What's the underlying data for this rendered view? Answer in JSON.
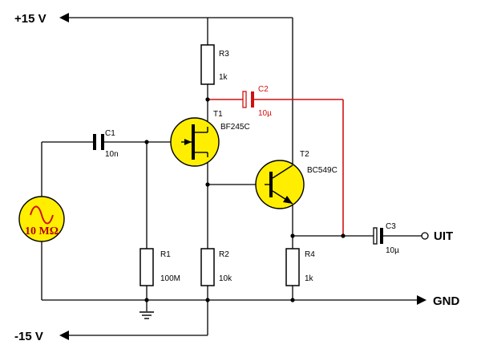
{
  "rails": {
    "positive": "+15 V",
    "negative": "-15 V",
    "ground": "GND",
    "output": "UIT"
  },
  "source": {
    "label": "10 MΩ"
  },
  "components": {
    "C1": {
      "name": "C1",
      "value": "10n"
    },
    "C2": {
      "name": "C2",
      "value": "10µ"
    },
    "C3": {
      "name": "C3",
      "value": "10µ"
    },
    "R1": {
      "name": "R1",
      "value": "100M"
    },
    "R2": {
      "name": "R2",
      "value": "10k"
    },
    "R3": {
      "name": "R3",
      "value": "1k"
    },
    "R4": {
      "name": "R4",
      "value": "1k"
    },
    "T1": {
      "name": "T1",
      "type": "BF245C"
    },
    "T2": {
      "name": "T2",
      "type": "BC549C"
    }
  },
  "colors": {
    "wire": "#000000",
    "feedback_wire": "#d01010",
    "component_fill": "#ffee00"
  }
}
